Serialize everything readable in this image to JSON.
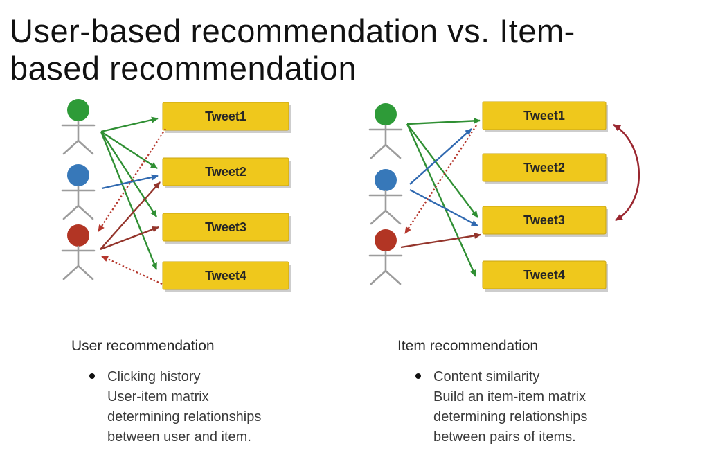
{
  "title": {
    "line1": "User-based recommendation vs. Item-",
    "line2": "based recommendation",
    "full": "User-based recommendation vs. Item-based recommendation"
  },
  "colors": {
    "item_box_fill": "#EFC81C",
    "item_box_border": "#C9A512",
    "green_user": "#2E9B38",
    "blue_user": "#3778B9",
    "red_user": "#B23524",
    "stick_body_gray": "#9C9C9C",
    "green_arrow": "#2F8F33",
    "blue_arrow": "#3069B0",
    "dark_red_arrow": "#94352C",
    "dotted_red_arrow": "#B5372D",
    "curve_arrow": "#9A2730",
    "box_label": "#262626"
  },
  "left_diagram": {
    "name": "User-based recommendation",
    "users": [
      {
        "id": "green-user",
        "color": "#2E9B38"
      },
      {
        "id": "blue-user",
        "color": "#3778B9"
      },
      {
        "id": "red-user",
        "color": "#B23524"
      }
    ],
    "items": [
      "Tweet1",
      "Tweet2",
      "Tweet3",
      "Tweet4"
    ],
    "edges": [
      {
        "from": "green-user",
        "to": "Tweet1",
        "style": "solid",
        "color": "green"
      },
      {
        "from": "green-user",
        "to": "Tweet2",
        "style": "solid",
        "color": "green"
      },
      {
        "from": "green-user",
        "to": "Tweet3",
        "style": "solid",
        "color": "green"
      },
      {
        "from": "green-user",
        "to": "Tweet4",
        "style": "solid",
        "color": "green"
      },
      {
        "from": "blue-user",
        "to": "Tweet2",
        "style": "solid",
        "color": "blue"
      },
      {
        "from": "red-user",
        "to": "Tweet2",
        "style": "solid",
        "color": "dark-red"
      },
      {
        "from": "red-user",
        "to": "Tweet3",
        "style": "solid",
        "color": "dark-red"
      },
      {
        "from": "Tweet1",
        "to": "red-user",
        "style": "dotted",
        "color": "red"
      },
      {
        "from": "Tweet4",
        "to": "red-user",
        "style": "dotted",
        "color": "red"
      }
    ]
  },
  "right_diagram": {
    "name": "Item-based recommendation",
    "users": [
      {
        "id": "green-user",
        "color": "#2E9B38"
      },
      {
        "id": "blue-user",
        "color": "#3778B9"
      },
      {
        "id": "red-user",
        "color": "#B23524"
      }
    ],
    "items": [
      "Tweet1",
      "Tweet2",
      "Tweet3",
      "Tweet4"
    ],
    "edges": [
      {
        "from": "green-user",
        "to": "Tweet1",
        "style": "solid",
        "color": "green"
      },
      {
        "from": "green-user",
        "to": "Tweet3",
        "style": "solid",
        "color": "green"
      },
      {
        "from": "green-user",
        "to": "Tweet4",
        "style": "solid",
        "color": "green"
      },
      {
        "from": "blue-user",
        "to": "Tweet1",
        "style": "solid",
        "color": "blue"
      },
      {
        "from": "blue-user",
        "to": "Tweet3",
        "style": "solid",
        "color": "blue"
      },
      {
        "from": "red-user",
        "to": "Tweet3",
        "style": "solid",
        "color": "dark-red"
      },
      {
        "from": "Tweet1",
        "to": "red-user",
        "style": "dotted",
        "color": "red"
      },
      {
        "between": [
          "Tweet1",
          "Tweet3"
        ],
        "style": "curved-double-arrow",
        "color": "dark-red"
      }
    ]
  },
  "left_notes": {
    "heading": "User recommendation",
    "bullet_lines": [
      "Clicking history",
      "User-item matrix",
      "determining relationships",
      "between user and item."
    ]
  },
  "right_notes": {
    "heading": "Item recommendation",
    "bullet_lines": [
      "Content similarity",
      "Build an item-item matrix",
      "determining relationships",
      "between pairs of items."
    ]
  }
}
